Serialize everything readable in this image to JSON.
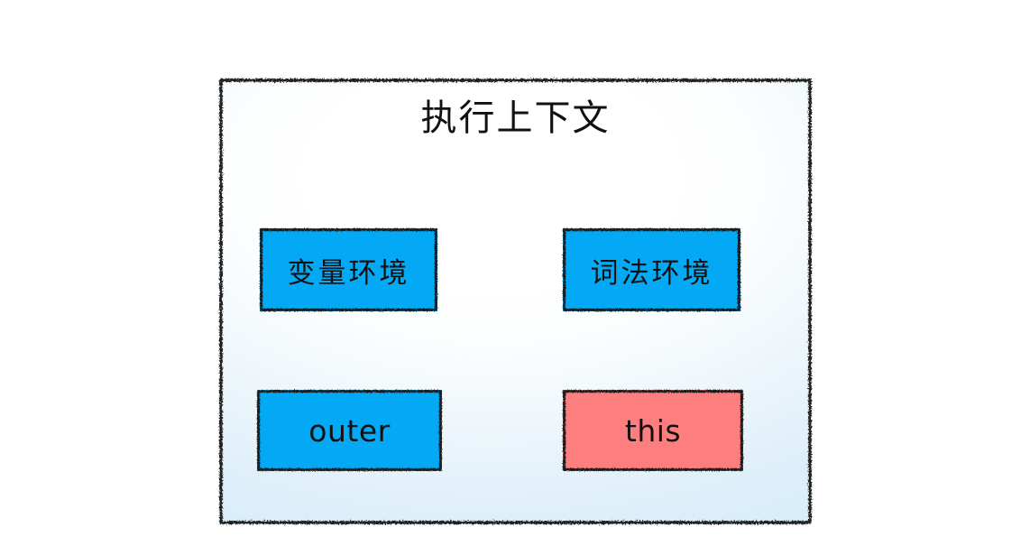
{
  "diagram": {
    "title": "执行上下文",
    "frame": {
      "name": "execution-context-frame",
      "border_color": "#1a1a1a",
      "background_tint": "#dceefa"
    },
    "nodes": [
      {
        "id": "variable-environment",
        "label": "变量环境",
        "fill": "#03A9F4",
        "border_color": "#1a1a1a",
        "script": "cjk"
      },
      {
        "id": "lexical-environment",
        "label": "词法环境",
        "fill": "#03A9F4",
        "border_color": "#1a1a1a",
        "script": "cjk"
      },
      {
        "id": "outer",
        "label": "outer",
        "fill": "#03A9F4",
        "border_color": "#1a1a1a",
        "script": "latin"
      },
      {
        "id": "this",
        "label": "this",
        "fill": "#FC7E7E",
        "border_color": "#1a1a1a",
        "script": "latin"
      }
    ]
  },
  "colors": {
    "blue": "#03A9F4",
    "salmon": "#FC7E7E",
    "ink": "#1a1a1a",
    "page": "#ffffff"
  }
}
